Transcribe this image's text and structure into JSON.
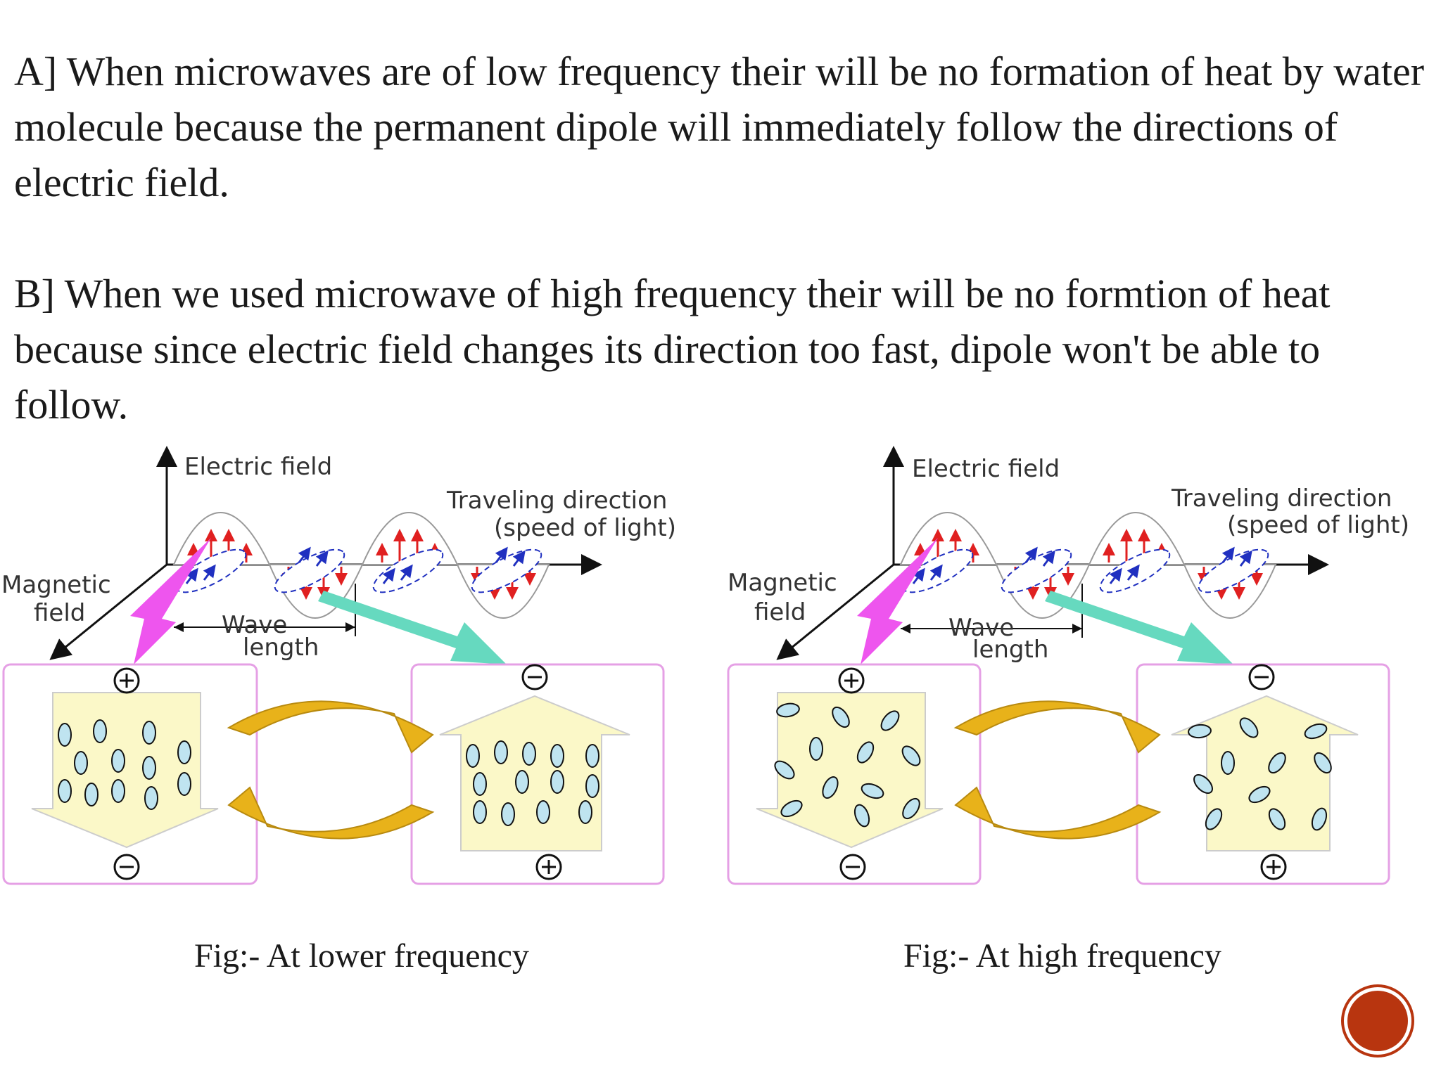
{
  "slide": {
    "paragraph_a": "A] When microwaves  are of  low frequency their will be no formation of heat by water molecule because the permanent dipole will immediately follow the directions of electric field.",
    "paragraph_b": "B] When  we used microwave of high frequency their will be no formtion of heat because since electric field changes its direction too fast, dipole won't be able to follow."
  },
  "figures": [
    {
      "caption": "Fig:- At  lower frequency",
      "labels": {
        "electric_field": "Electric field",
        "traveling_line1": "Traveling direction",
        "traveling_line2": "(speed of light)",
        "magnetic_line1": "Magnetic",
        "magnetic_line2": "field",
        "wave_line1": "Wave",
        "wave_line2": "length"
      }
    },
    {
      "caption": "Fig:- At  high frequency",
      "labels": {
        "electric_field": "Electric field",
        "traveling_line1": "Traveling direction",
        "traveling_line2": "(speed of light)",
        "magnetic_line1": "Magnetic",
        "magnetic_line2": "field",
        "wave_line1": "Wave",
        "wave_line2": "length"
      }
    }
  ],
  "colors": {
    "electric_arrows": "#e02020",
    "magnetic_arrows": "#2030c0",
    "pink_pointer": "#ee55ee",
    "teal_pointer": "#66d9bf",
    "panel_border": "#e5a0e5",
    "big_arrow_fill": "#fbf8c8",
    "cycle_arrow": "#e8b21a",
    "badge": "#b8350f"
  }
}
